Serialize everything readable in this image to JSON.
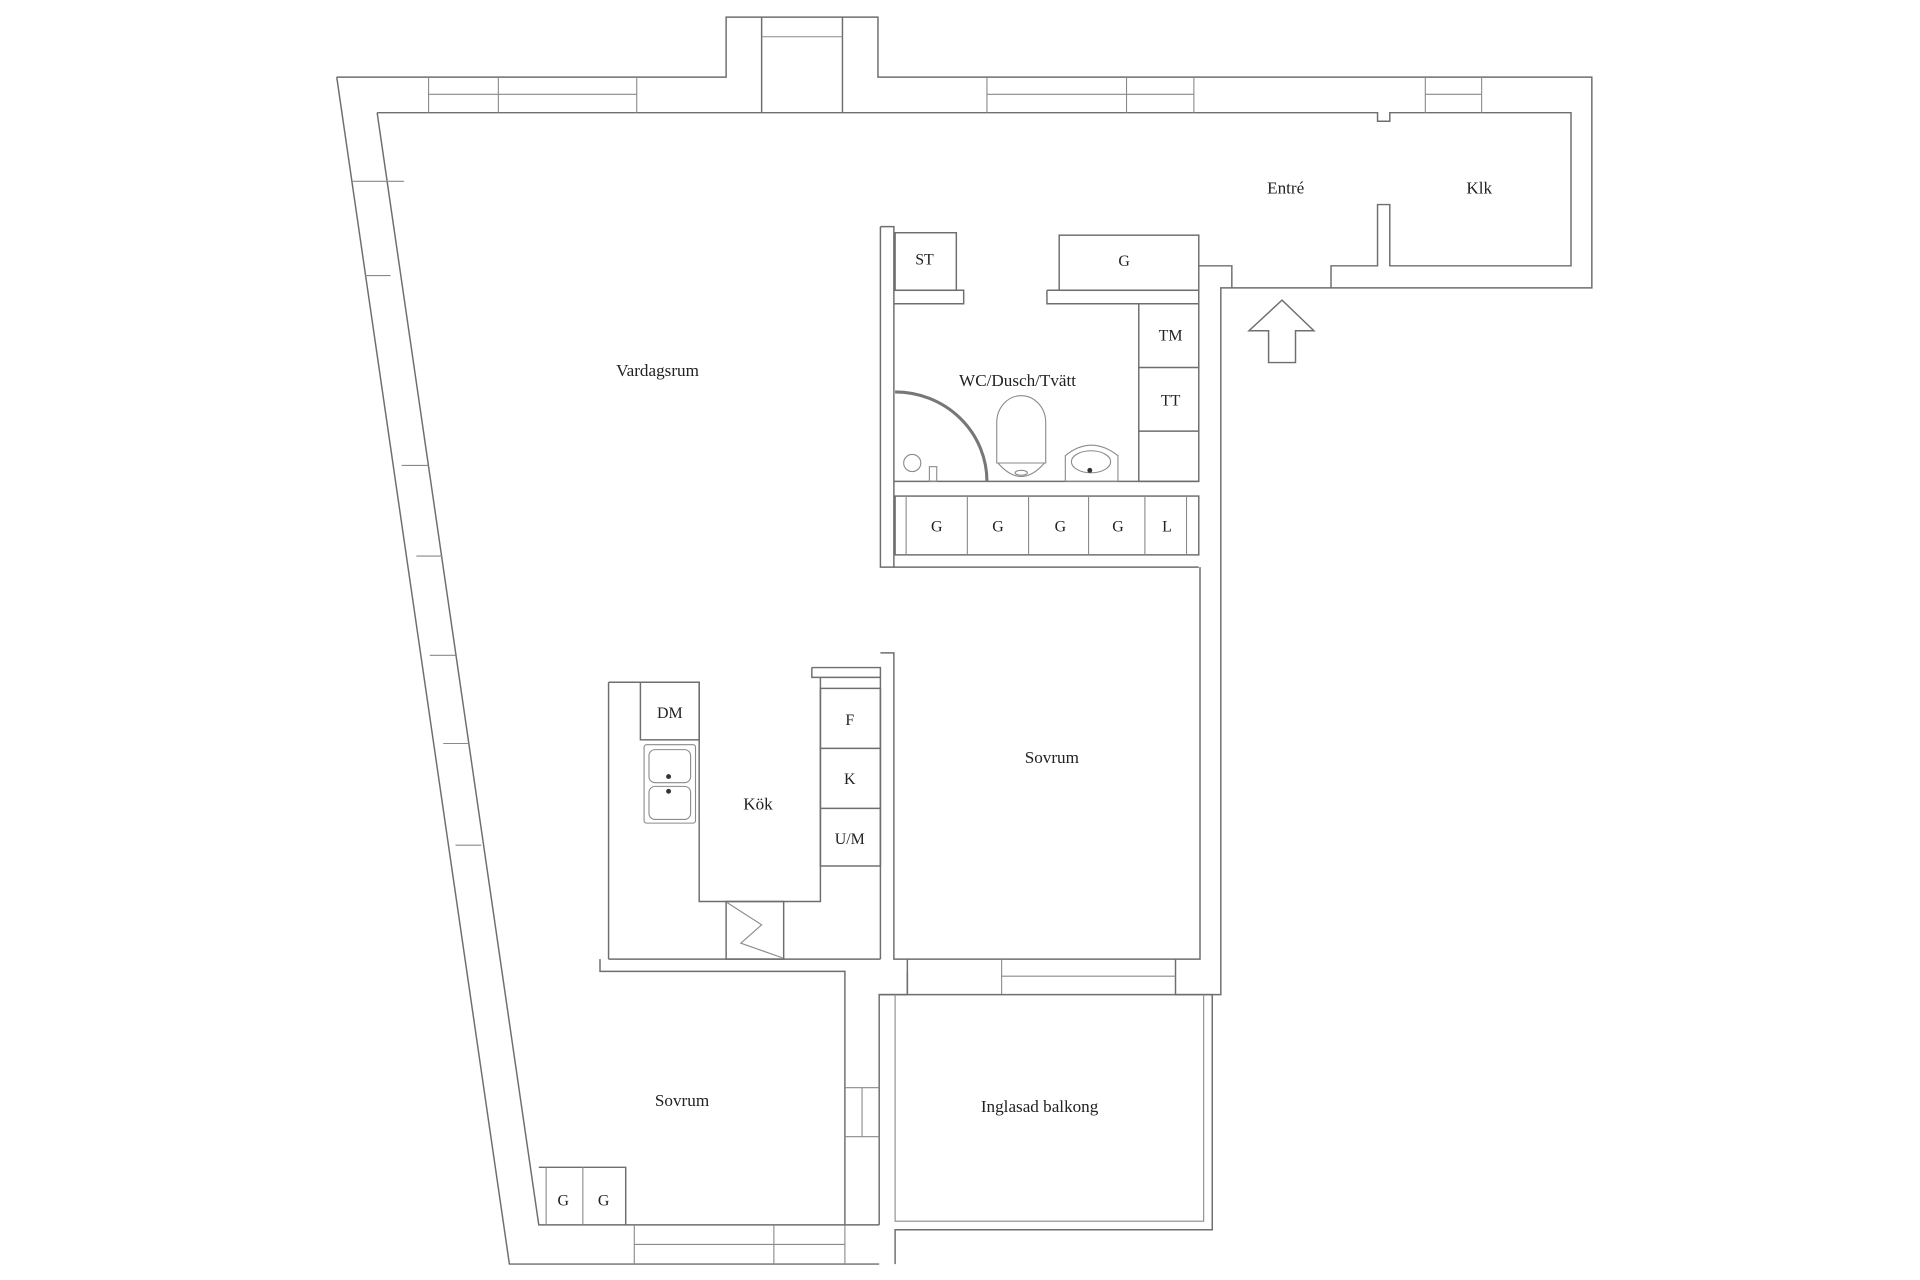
{
  "rooms": {
    "vardagsrum": "Vardagsrum",
    "entre": "Entré",
    "klk": "Klk",
    "wc": "WC/Dusch/Tvätt",
    "kok": "Kök",
    "sovrum1": "Sovrum",
    "sovrum2": "Sovrum",
    "balkong": "Inglasad balkong"
  },
  "fixtures": {
    "st": "ST",
    "g_hall": "G",
    "tm": "TM",
    "tt": "TT",
    "wardrobes": [
      "G",
      "G",
      "G",
      "G",
      "L"
    ],
    "dm": "DM",
    "f": "F",
    "k": "K",
    "um": "U/M",
    "sov_wardrobes": [
      "G",
      "G"
    ]
  },
  "icons": [
    "entrance-arrow-icon",
    "shower-icon",
    "toilet-icon",
    "sink-icon",
    "kitchen-sink-icon",
    "chimney-icon"
  ],
  "colors": {
    "wall": "#6e6e6e",
    "background": "#ffffff",
    "text": "#222222"
  }
}
